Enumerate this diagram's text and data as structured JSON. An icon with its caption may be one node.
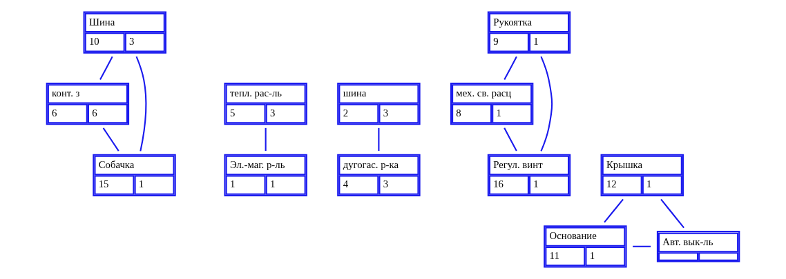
{
  "diagram": {
    "nodes": [
      {
        "text": [
          "конт. з",
          "6",
          "6"
        ]
      },
      {
        "text": [
          "тепл. рас-ль",
          "5",
          "3"
        ]
      },
      {
        "text": [
          "шина",
          "2",
          "3"
        ]
      },
      {
        "text": [
          "мех. св. расц",
          "8",
          "1"
        ]
      },
      {
        "text": [
          "Шина",
          "10",
          "3"
        ]
      },
      {
        "text": [
          "Рукоятка",
          "9",
          "1"
        ]
      },
      {
        "text": [
          "Основание",
          "11",
          "1"
        ]
      },
      {
        "text": [
          "Авт. вык-ль"
        ]
      },
      {
        "text": [
          "Собачка",
          "15",
          "1"
        ]
      },
      {
        "text": [
          "Эл.-маг. р-ль",
          "1",
          "1"
        ]
      },
      {
        "text": [
          "дугогас. р-ка",
          "4",
          "3"
        ]
      },
      {
        "text": [
          "Регул. винт",
          "16",
          "1"
        ]
      },
      {
        "text": [
          "Крышка",
          "12",
          "1"
        ]
      }
    ],
    "edges": [
      {
        "from": 6,
        "to": 7,
        "arrow": "none"
      },
      {
        "from": 0,
        "to": 8,
        "arrow": "none"
      },
      {
        "from": 1,
        "to": 9,
        "arrow": "none"
      },
      {
        "from": 2,
        "to": 10,
        "arrow": "none"
      },
      {
        "from": 3,
        "to": 11,
        "arrow": "none"
      },
      {
        "from": 4,
        "to": 0,
        "arrow": "none"
      },
      {
        "from": 4,
        "to": 8,
        "arrow": "none"
      },
      {
        "from": 5,
        "to": 3,
        "arrow": "none"
      },
      {
        "from": 5,
        "to": 11,
        "arrow": "none"
      },
      {
        "from": 12,
        "to": 6,
        "arrow": "none"
      },
      {
        "from": 12,
        "to": 7,
        "arrow": "none"
      }
    ]
  }
}
